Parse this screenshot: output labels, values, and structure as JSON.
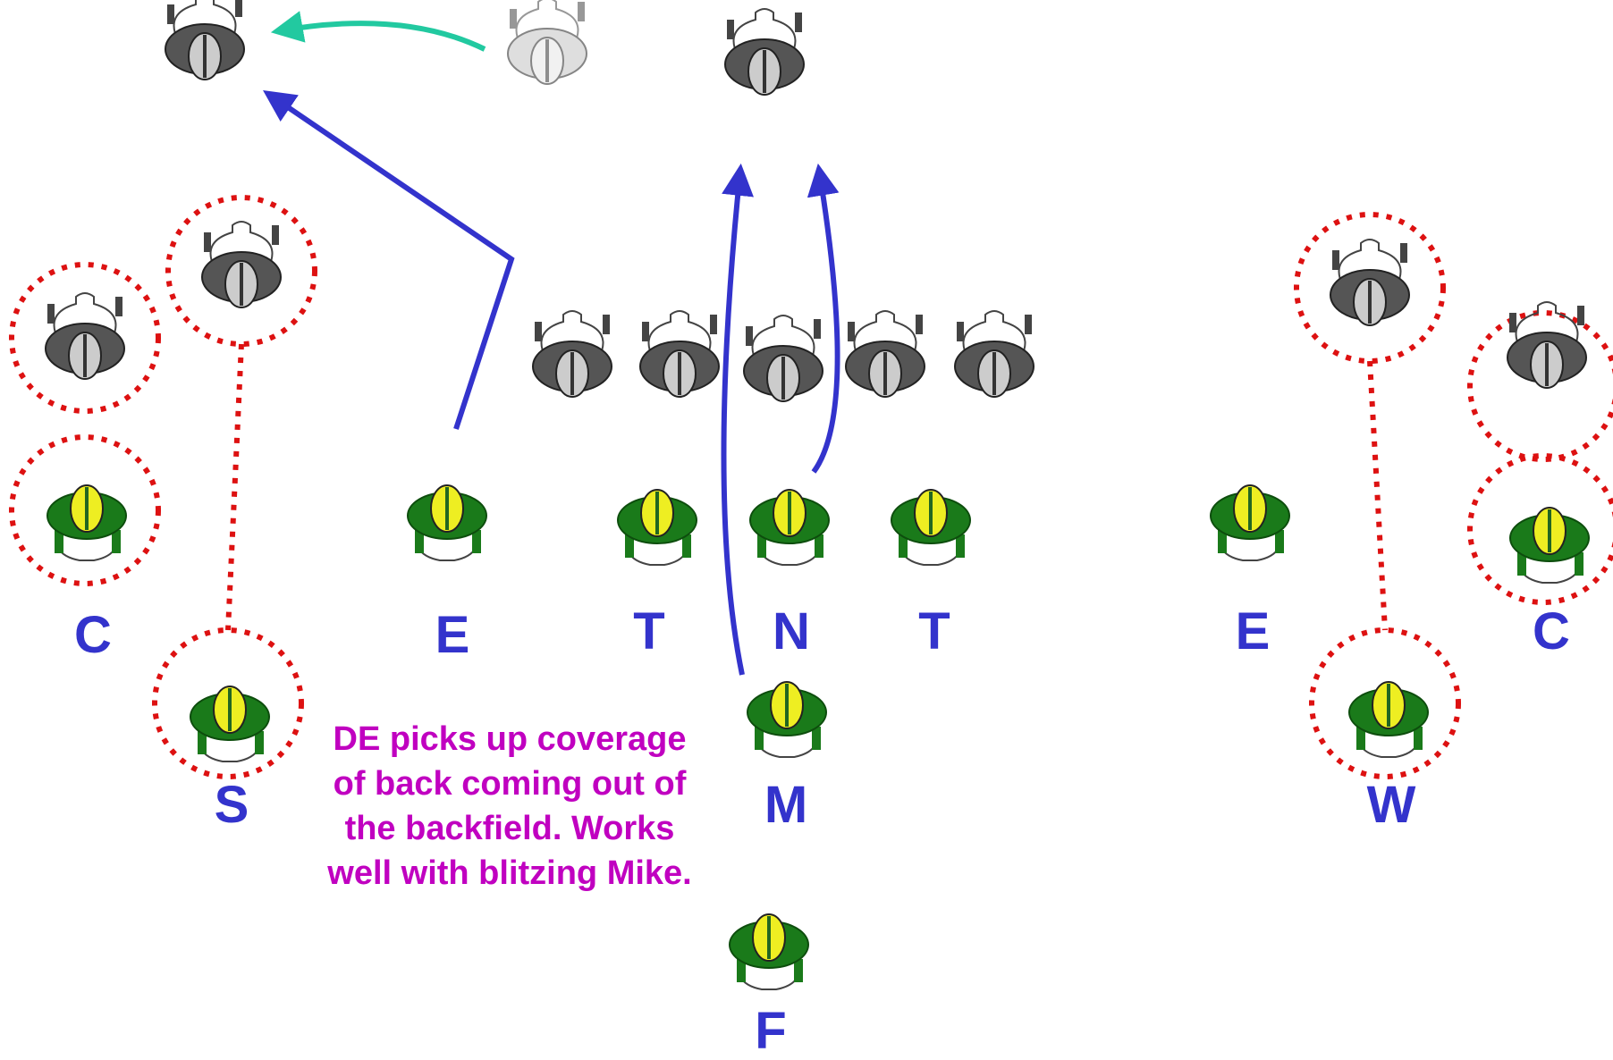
{
  "colors": {
    "label": "#3333cc",
    "note": "#c000c0",
    "route": "#3333cc",
    "motion": "#22c9a0",
    "coverage_ring": "#dd1111",
    "offense_body": "#555555",
    "offense_helmet": "#cccccc",
    "defense_body": "#1a7a1a",
    "defense_helmet": "#eeee22",
    "faded_player": "#c4c4c4"
  },
  "labels": {
    "c_left": "C",
    "s": "S",
    "e_left": "E",
    "t_left": "T",
    "n": "N",
    "t_right": "T",
    "m": "M",
    "f": "F",
    "e_right": "E",
    "w": "W",
    "c_right": "C"
  },
  "note": {
    "line1": "DE picks up coverage",
    "line2": "of back coming out of",
    "line3": "the backfield.  Works",
    "line4": "well with blitzing Mike."
  },
  "icons": {
    "offense": "offensive-player-icon",
    "defense": "defensive-player-icon",
    "faded": "faded-player-icon"
  }
}
